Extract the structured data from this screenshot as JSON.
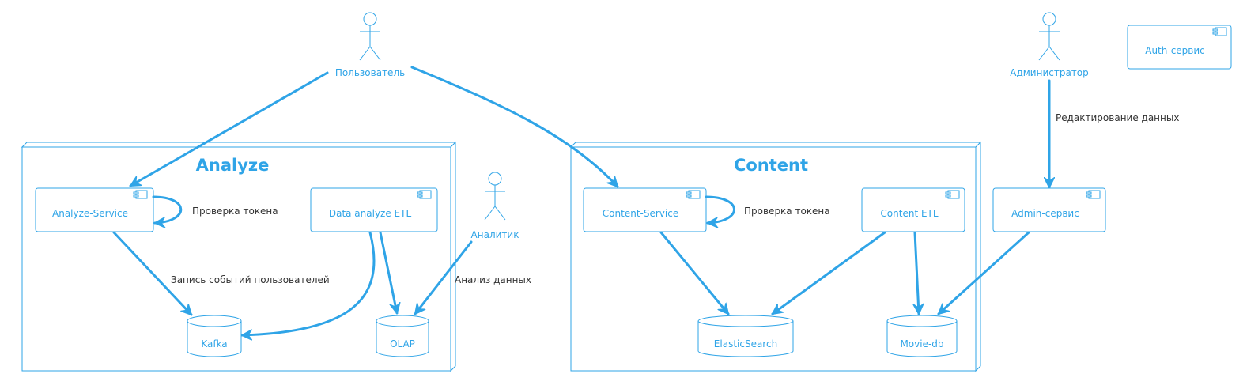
{
  "colors": {
    "accent": "#2fa4e7",
    "text": "#333333",
    "background": "#ffffff"
  },
  "actors": {
    "user": "Пользователь",
    "admin": "Администратор",
    "analyst": "Аналитик"
  },
  "nodes": {
    "analyze": "Analyze",
    "content": "Content"
  },
  "components": {
    "analyze_service": "Analyze-Service",
    "data_analyze_etl": "Data analyze ETL",
    "content_service": "Content-Service",
    "content_etl": "Content ETL",
    "admin_service": "Admin-сервис",
    "auth_service": "Auth-сервис"
  },
  "databases": {
    "kafka": "Kafka",
    "olap": "OLAP",
    "elasticsearch": "ElasticSearch",
    "movie_db": "Movie-db"
  },
  "edge_labels": {
    "analyze_token_check": "Проверка токена",
    "content_token_check": "Проверка токена",
    "write_user_events": "Запись событий пользователей",
    "data_analysis": "Анализ данных",
    "data_editing": "Редактирование данных"
  }
}
